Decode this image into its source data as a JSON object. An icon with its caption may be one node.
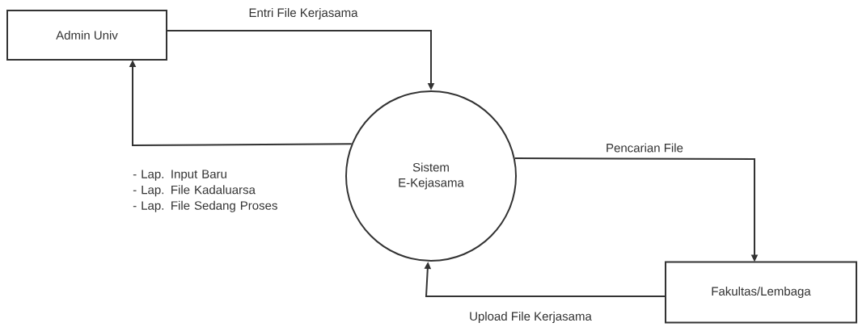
{
  "diagram": {
    "nodes": [
      {
        "text": [
          "Admin Univ"
        ]
      },
      {
        "text": [
          "Sistem E-Kejasama"
        ]
      },
      {
        "text": [
          "Fakultas/Lembaga"
        ]
      }
    ],
    "edges": [
      {
        "from": 0,
        "to": 1,
        "arrow": "to",
        "label": "Entri File Kerjasama"
      },
      {
        "from": 1,
        "to": 0,
        "arrow": "to",
        "label": "- Lap. Input Baru - Lap. File Kadaluarsa - Lap. File Sedang Proses"
      },
      {
        "from": 1,
        "to": 2,
        "arrow": "to",
        "label": "Pencarian File"
      },
      {
        "from": 2,
        "to": 1,
        "arrow": "to",
        "label": "Upload File Kerjasama"
      }
    ]
  }
}
